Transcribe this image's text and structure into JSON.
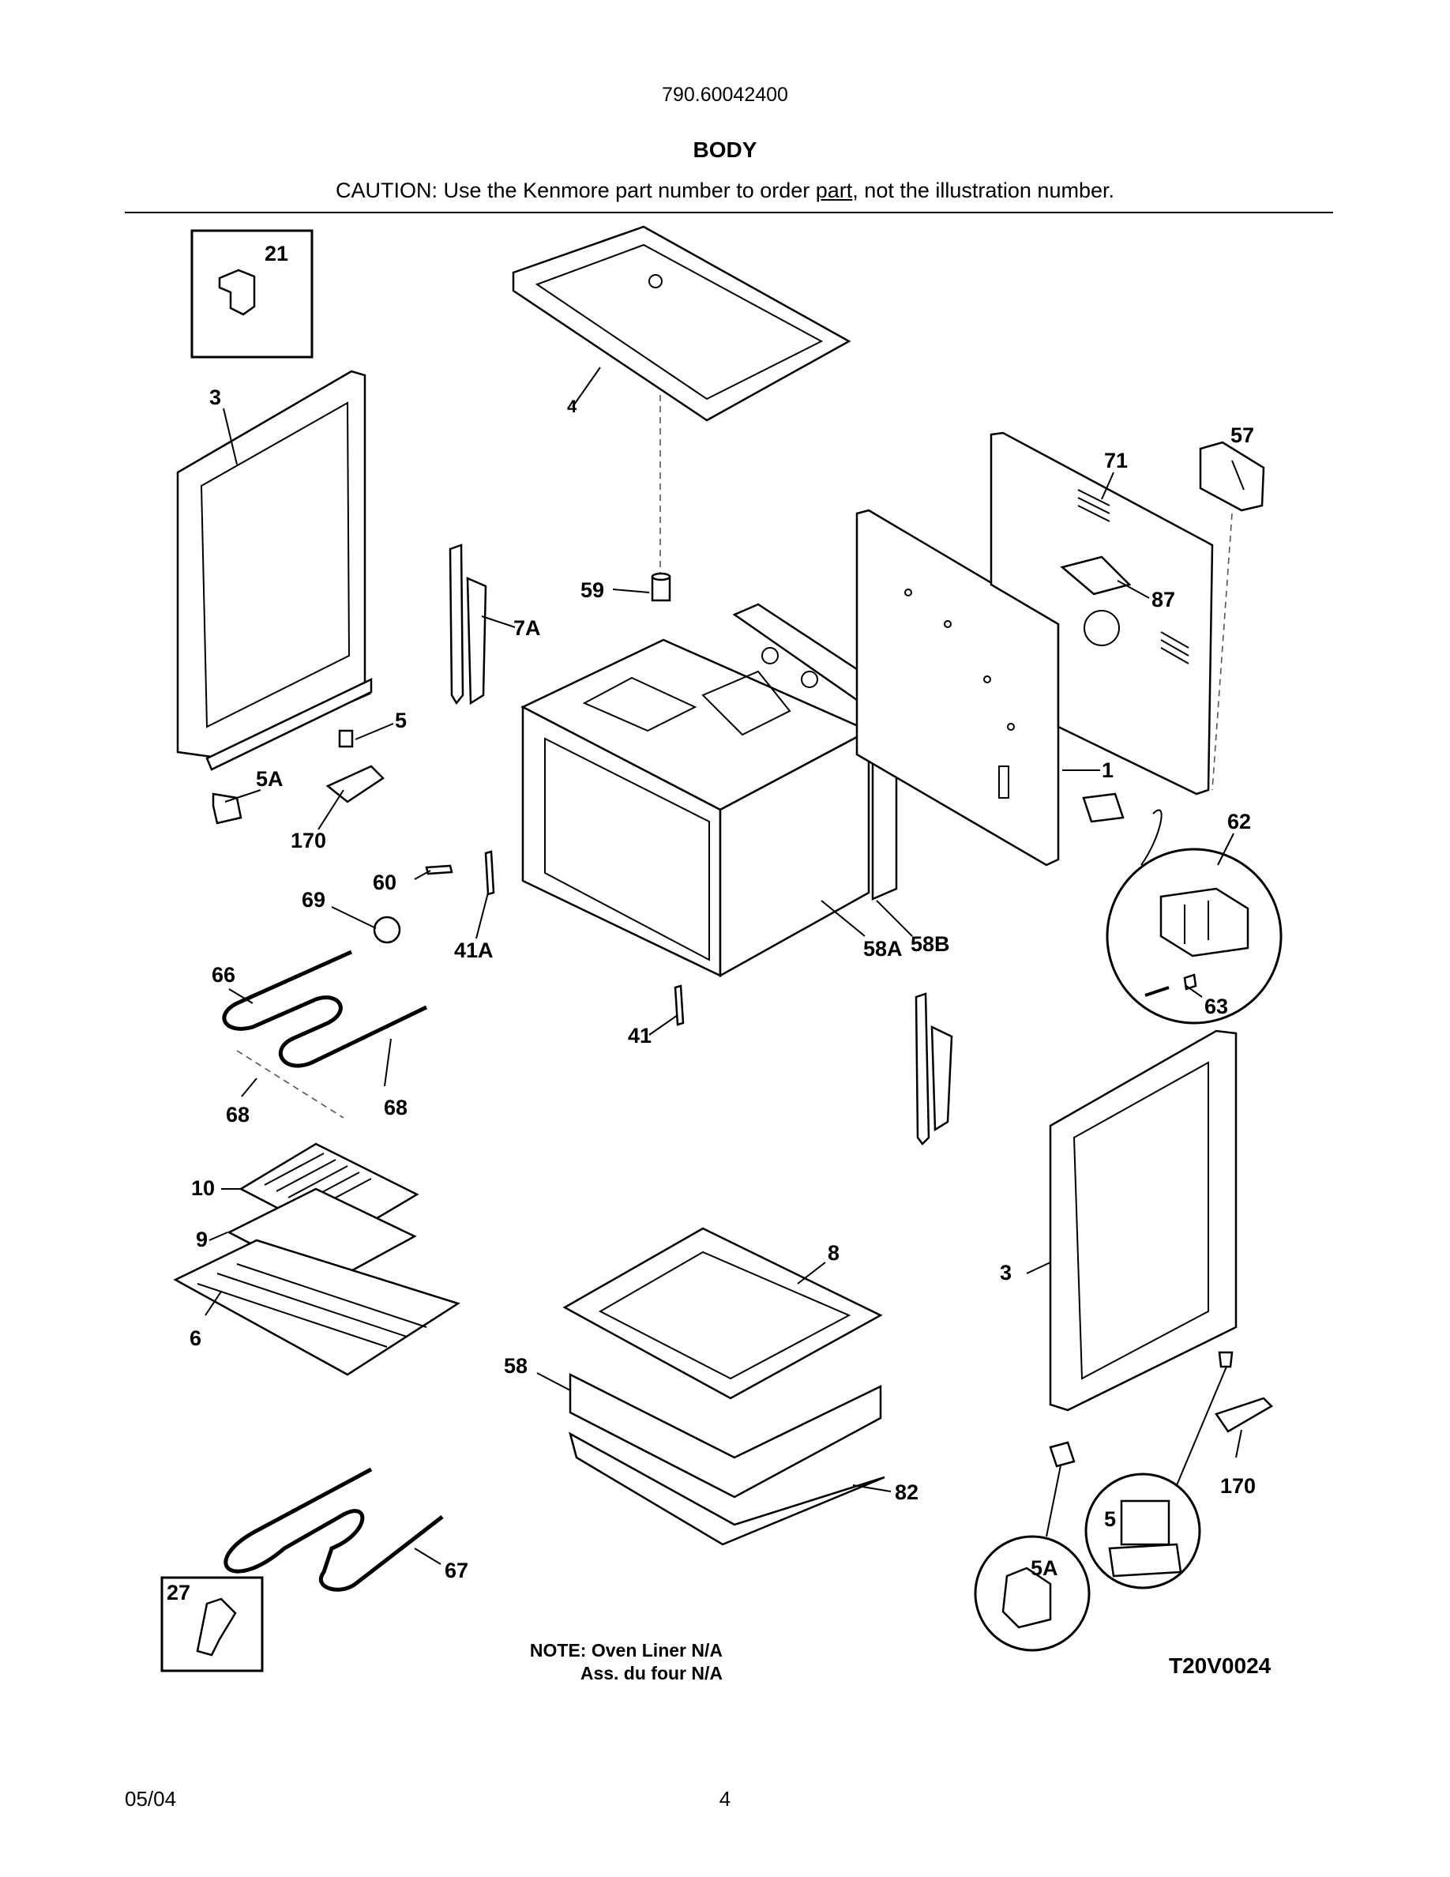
{
  "header": {
    "model": "790.60042400",
    "title": "BODY",
    "caution_before": "CAUTION: Use the Kenmore part number to order ",
    "caution_underlined": "part",
    "caution_after": ", not the illustration number."
  },
  "callouts": {
    "c21": "21",
    "c3_left": "3",
    "c4": "4",
    "c57": "57",
    "c71": "71",
    "c87": "87",
    "c59": "59",
    "c7A": "7A",
    "c5_left": "5",
    "c5A_left": "5A",
    "c170_left": "170",
    "c60": "60",
    "c69": "69",
    "c41A": "41A",
    "c1": "1",
    "c62": "62",
    "c58A": "58A",
    "c58B": "58B",
    "c63": "63",
    "c66": "66",
    "c41": "41",
    "c68_left": "68",
    "c68_right": "68",
    "c10": "10",
    "c9": "9",
    "c6": "6",
    "c8": "8",
    "c3_right": "3",
    "c58": "58",
    "c82": "82",
    "c170_right": "170",
    "c5_right": "5",
    "c5A_right": "5A",
    "c67": "67",
    "c27": "27"
  },
  "note": {
    "line1": "NOTE: Oven Liner N/A",
    "line2": "Ass. du four N/A"
  },
  "diagram_code": "T20V0024",
  "footer": {
    "date": "05/04",
    "page": "4"
  }
}
